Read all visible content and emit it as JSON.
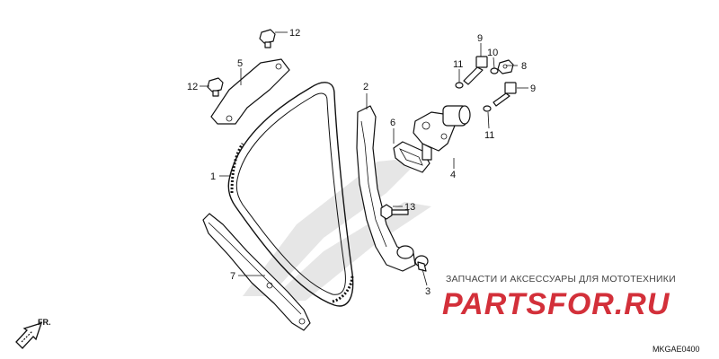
{
  "callouts": [
    {
      "id": "1",
      "text": "1"
    },
    {
      "id": "2",
      "text": "2"
    },
    {
      "id": "3",
      "text": "3"
    },
    {
      "id": "4",
      "text": "4"
    },
    {
      "id": "5",
      "text": "5"
    },
    {
      "id": "6",
      "text": "6"
    },
    {
      "id": "7",
      "text": "7"
    },
    {
      "id": "8",
      "text": "8"
    },
    {
      "id": "9a",
      "text": "9"
    },
    {
      "id": "9b",
      "text": "9"
    },
    {
      "id": "10",
      "text": "10"
    },
    {
      "id": "11a",
      "text": "11"
    },
    {
      "id": "11b",
      "text": "11"
    },
    {
      "id": "12a",
      "text": "12"
    },
    {
      "id": "12b",
      "text": "12"
    },
    {
      "id": "13",
      "text": "13"
    }
  ],
  "watermark": {
    "line": "ЗАПЧАСТИ И АКСЕССУАРЫ ДЛЯ МОТОТЕХНИКИ",
    "logo": "PARTSFOR.RU",
    "logo_color": "#d3303a"
  },
  "direction_label": "FR.",
  "diagram_code": "MKGAE0400"
}
